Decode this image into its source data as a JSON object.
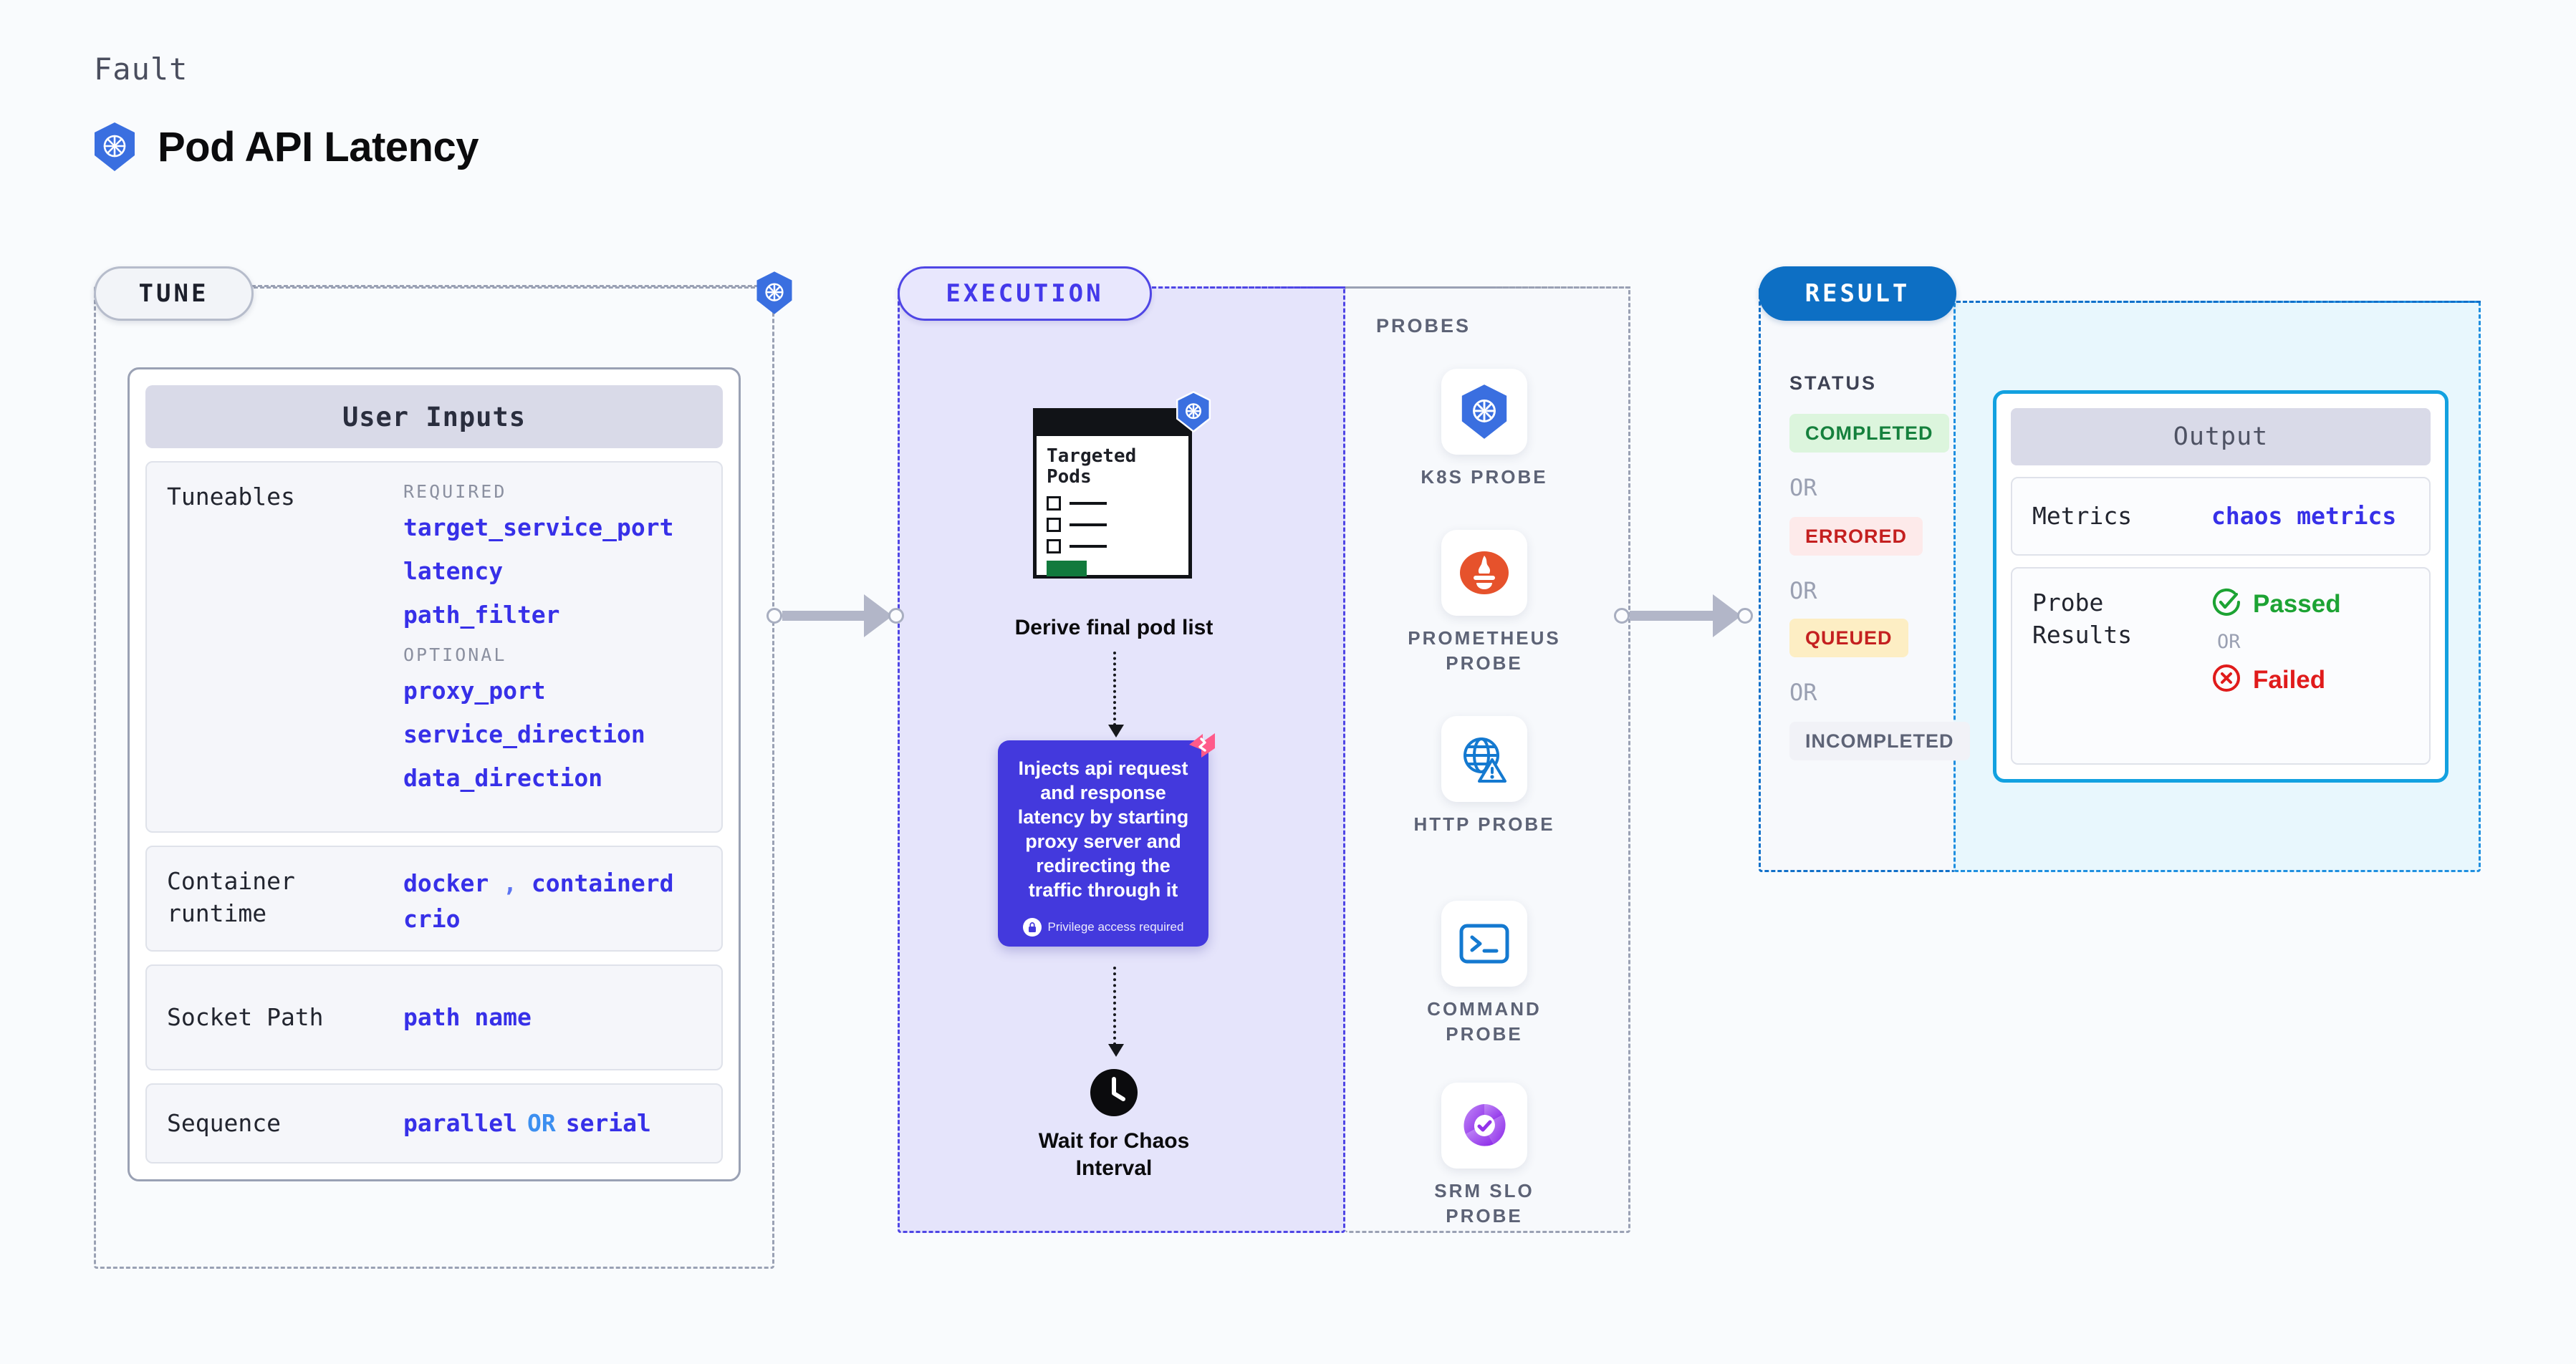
{
  "header": {
    "eyebrow": "Fault",
    "title": "Pod API Latency",
    "icon": "kubernetes-icon"
  },
  "stages": {
    "tune": {
      "pill_label": "TUNE"
    },
    "execution": {
      "pill_label": "EXECUTION"
    },
    "result": {
      "pill_label": "RESULT"
    }
  },
  "tune": {
    "card_title": "User Inputs",
    "rows": [
      {
        "label": "Tuneables",
        "groups": [
          {
            "heading": "REQUIRED",
            "items": [
              "target_service_port",
              "latency",
              "path_filter"
            ]
          },
          {
            "heading": "OPTIONAL",
            "items": [
              "proxy_port",
              "service_direction",
              "data_direction"
            ]
          }
        ]
      }
    ],
    "container_runtime": {
      "label": "Container runtime",
      "values": [
        "docker",
        "containerd",
        "crio"
      ],
      "separator": ","
    },
    "socket_path": {
      "label": "Socket Path",
      "value": "path name"
    },
    "sequence": {
      "label": "Sequence",
      "value_a": "parallel",
      "or": "OR",
      "value_b": "serial"
    }
  },
  "execution": {
    "pod_card": {
      "title_line1": "Targeted",
      "title_line2": "Pods",
      "icon": "kubernetes-icon"
    },
    "pod_card_label": "Derive final pod list",
    "inject_box": {
      "text": "Injects api request and response latency by starting proxy server and redirecting the traffic through it",
      "privilege_note": "Privilege access required",
      "accent": "#4339dd",
      "corner_icon": "harness-icon"
    },
    "wait_label": "Wait for Chaos Interval",
    "wait_icon": "clock-icon"
  },
  "probes": {
    "title": "PROBES",
    "items": [
      {
        "label": "K8S PROBE",
        "icon": "kubernetes-icon"
      },
      {
        "label": "PROMETHEUS PROBE",
        "icon": "prometheus-icon"
      },
      {
        "label": "HTTP PROBE",
        "icon": "http-globe-warning-icon"
      },
      {
        "label": "COMMAND PROBE",
        "icon": "terminal-icon"
      },
      {
        "label": "SRM SLO PROBE",
        "icon": "srm-slo-icon"
      }
    ]
  },
  "result": {
    "status_title": "STATUS",
    "or_label": "OR",
    "statuses": [
      {
        "label": "COMPLETED",
        "color": "#15803d",
        "bg": "#dcf5dd"
      },
      {
        "label": "ERRORED",
        "color": "#c42020",
        "bg": "#fdeaea"
      },
      {
        "label": "QUEUED",
        "color": "#c42020",
        "bg": "#fdeec4"
      },
      {
        "label": "INCOMPLETED",
        "color": "#5d6376",
        "bg": "#f1f2f7"
      }
    ]
  },
  "output": {
    "card_title": "Output",
    "metrics": {
      "label": "Metrics",
      "value": "chaos metrics"
    },
    "probe_results": {
      "label": "Probe Results",
      "passed": "Passed",
      "or": "OR",
      "failed": "Failed",
      "passed_icon": "check-circle-icon",
      "failed_icon": "x-circle-icon"
    }
  }
}
